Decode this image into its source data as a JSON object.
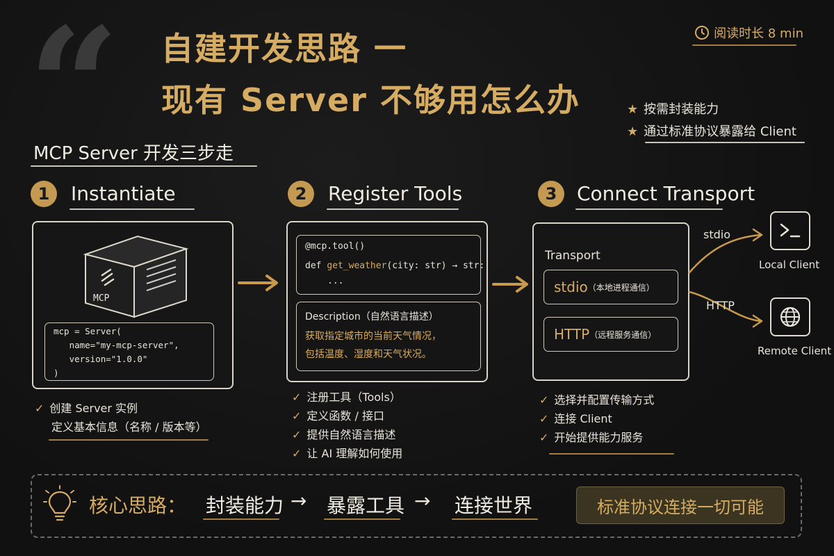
{
  "title": {
    "line1": "自建开发思路 一",
    "line2": "现有 Server 不够用怎么办"
  },
  "reading_time": "阅读时长 8 min",
  "key_points": [
    "按需封装能力",
    "通过标准协议暴露给 Client"
  ],
  "section_title": "MCP Server 开发三步走",
  "steps": [
    {
      "number": "1",
      "title": "Instantiate",
      "box_label": "MCP",
      "code": [
        "mcp = Server(",
        "   name=\"my-mcp-server\",",
        "   version=\"1.0.0\"",
        ")"
      ],
      "checks": [
        "创建 Server 实例",
        "定义基本信息（名称 / 版本等）"
      ]
    },
    {
      "number": "2",
      "title": "Register Tools",
      "code_decorator": "@mcp.tool()",
      "code_def": "def",
      "code_func": "get_weather",
      "code_sig": "(city: str) → str:",
      "code_ellipsis": "...",
      "desc_title": "Description（自然语言描述）",
      "desc_lines": [
        "获取指定城市的当前天气情况，",
        "包括温度、湿度和天气状况。"
      ],
      "checks": [
        "注册工具（Tools）",
        "定义函数 / 接口",
        "提供自然语言描述",
        "让 AI 理解如何使用"
      ]
    },
    {
      "number": "3",
      "title": "Connect Transport",
      "transport_label": "Transport",
      "options": [
        {
          "name": "stdio",
          "desc": "（本地进程通信）"
        },
        {
          "name": "HTTP",
          "desc": "（远程服务通信）"
        }
      ],
      "checks": [
        "选择并配置传输方式",
        "连接 Client",
        "开始提供能力服务"
      ]
    }
  ],
  "clients": [
    {
      "label": "Local Client",
      "link": "stdio",
      "icon": "terminal-icon"
    },
    {
      "label": "Remote Client",
      "link": "HTTP",
      "icon": "globe-icon"
    }
  ],
  "footer": {
    "lead": "核心思路：",
    "flow": [
      "封装能力",
      "暴露工具",
      "连接世界"
    ],
    "tagline": "标准协议连接一切可能"
  },
  "colors": {
    "accent": "#d6ac62",
    "background": "#121212",
    "chalk": "#e8e4da"
  }
}
